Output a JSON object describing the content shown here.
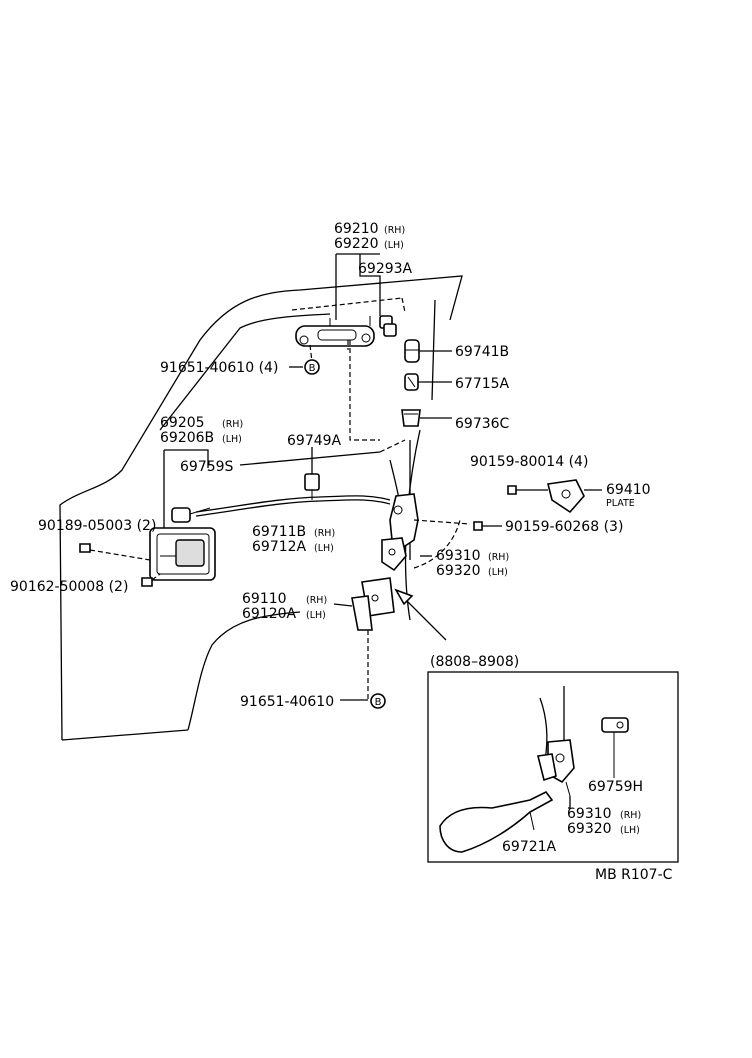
{
  "callouts": {
    "p69210": "69210",
    "p69210_sub": "(RH)",
    "p69220": "69220",
    "p69220_sub": "(LH)",
    "p69293A": "69293A",
    "p91651_top": "91651-40610 (4)",
    "p69741B": "69741B",
    "p67715A": "67715A",
    "p69205": "69205",
    "p69205_sub": "(RH)",
    "p69206B": "69206B",
    "p69206B_sub": "(LH)",
    "p69749A": "69749A",
    "p69736C": "69736C",
    "p69759S": "69759S",
    "p90159_80014": "90159-80014 (4)",
    "p69410": "69410",
    "p69410_sub": "PLATE",
    "p90189": "90189-05003 (2)",
    "p69711B": "69711B",
    "p69711B_sub": "(RH)",
    "p69712A": "69712A",
    "p69712A_sub": "(LH)",
    "p90159_60268": "90159-60268 (3)",
    "p69310": "69310",
    "p69310_sub": "(RH)",
    "p69320": "69320",
    "p69320_sub": "(LH)",
    "p90162": "90162-50008 (2)",
    "p69110": "69110",
    "p69110_sub": "(RH)",
    "p69120A": "69120A",
    "p69120A_sub": "(LH)",
    "inset_range": "(8808–8908)",
    "p91651_bottom": "91651-40610",
    "p69759H": "69759H",
    "inset_69310": "69310",
    "inset_69310_sub": "(RH)",
    "inset_69320": "69320",
    "inset_69320_sub": "(LH)",
    "p69721A": "69721A",
    "ref_marker": "B",
    "diagram_code": "MB R107-C"
  }
}
